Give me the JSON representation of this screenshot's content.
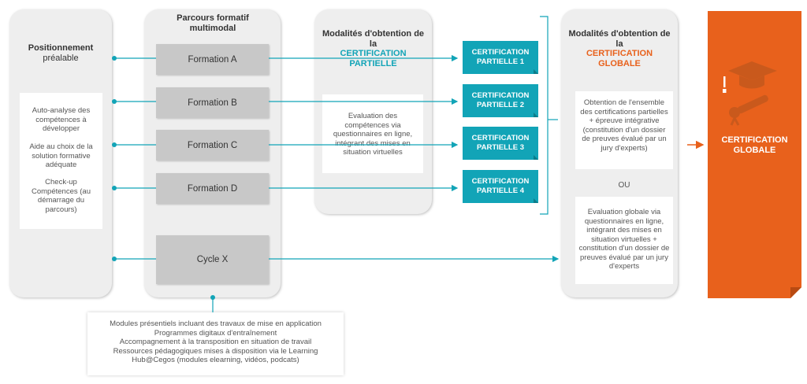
{
  "col1": {
    "title_bold": "Positionnement",
    "title_rest": "préalable",
    "items": [
      "Auto-analyse des compétences à développer",
      "Aide au choix de la solution formative adéquate",
      "Check-up Compétences (au démarrage du parcours)"
    ]
  },
  "col2": {
    "title": "Parcours formatif multimodal",
    "formations": [
      "Formation A",
      "Formation B",
      "Formation C",
      "Formation D"
    ],
    "cycle": "Cycle X"
  },
  "col3": {
    "title": "Modalités d'obtention de la",
    "accent": "CERTIFICATION PARTIELLE",
    "body": "Evaluation des compétences via questionnaires en ligne, intégrant des mises en situation virtuelles"
  },
  "certs": [
    {
      "line1": "CERTIFICATION",
      "line2": "PARTIELLE  1"
    },
    {
      "line1": "CERTIFICATION",
      "line2": "PARTIELLE  2"
    },
    {
      "line1": "CERTIFICATION",
      "line2": "PARTIELLE  3"
    },
    {
      "line1": "CERTIFICATION",
      "line2": "PARTIELLE  4"
    }
  ],
  "col4": {
    "title": "Modalités d'obtention de la",
    "accent": "CERTIFICATION GLOBALE",
    "box1": "Obtention de l'ensemble des certifications partielles + épreuve intégrative (constitution d'un dossier de preuves évalué par un jury d'experts)",
    "or": "OU",
    "box2": "Evaluation globale via questionnaires en ligne, intégrant des mises en situation virtuelles + constitution d'un dossier de preuves évalué par un jury d'experts"
  },
  "final": {
    "line1": "CERTIFICATION",
    "line2": "GLOBALE"
  },
  "bottom": [
    "Modules présentiels incluant des travaux de mise en application",
    "Programmes digitaux d'entraînement",
    "Accompagnement à la transposition en situation de travail",
    "Ressources pédagogiques mises à disposition via le Learning Hub@Cegos (modules elearning, vidéos, podcats)"
  ],
  "colors": {
    "teal": "#12a4b7",
    "orange": "#e8611c",
    "panel": "#eeeeee",
    "box": "#c8c8c8"
  },
  "icons": [
    "graduation-cap-icon",
    "diploma-scroll-icon"
  ]
}
